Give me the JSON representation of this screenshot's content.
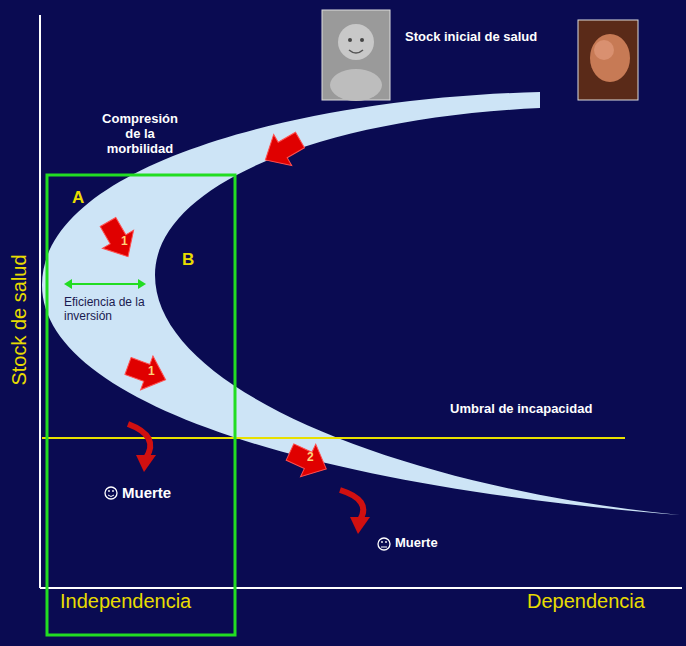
{
  "diagram": {
    "labels": [
      "Stock inicial de salud",
      "Compresión de la morbilidad",
      "A",
      "B",
      "1",
      "Eficiencia de la inversión",
      "1",
      "Umbral de incapacidad",
      "2",
      "Muerte",
      "Muerte",
      "Stock de salud",
      "Independencia",
      "Dependencia"
    ]
  }
}
